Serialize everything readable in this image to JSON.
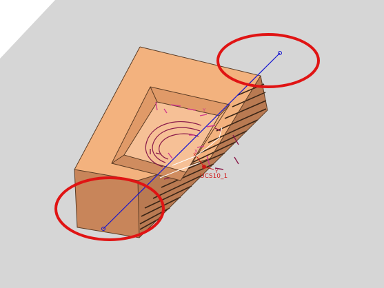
{
  "viewport": {
    "background": "#ffffff",
    "ground_color": "#d6d6d6",
    "ground_edge": "#c4c4c4"
  },
  "model": {
    "top_face_color": "#f3b27e",
    "left_face_color": "#c8855a",
    "front_face_color": "#cf8c5f",
    "edge_color": "#5a3b24",
    "section_color": "#b97a52",
    "hatch_color": "#3a2516",
    "pocket_wall_color": "#e09a68",
    "pocket_floor_color": "#f6c096"
  },
  "overlays": {
    "axis_line_color": "#1515d0",
    "highlight_circle_color": "#e01414",
    "sketch_color": "#d03a8c",
    "sketch_dark_color": "#8a1a4a",
    "ucs_color": "#d01818"
  },
  "labels": {
    "ucs": "UCS10_1",
    "axis_x": "X",
    "axis_y": "Y"
  }
}
